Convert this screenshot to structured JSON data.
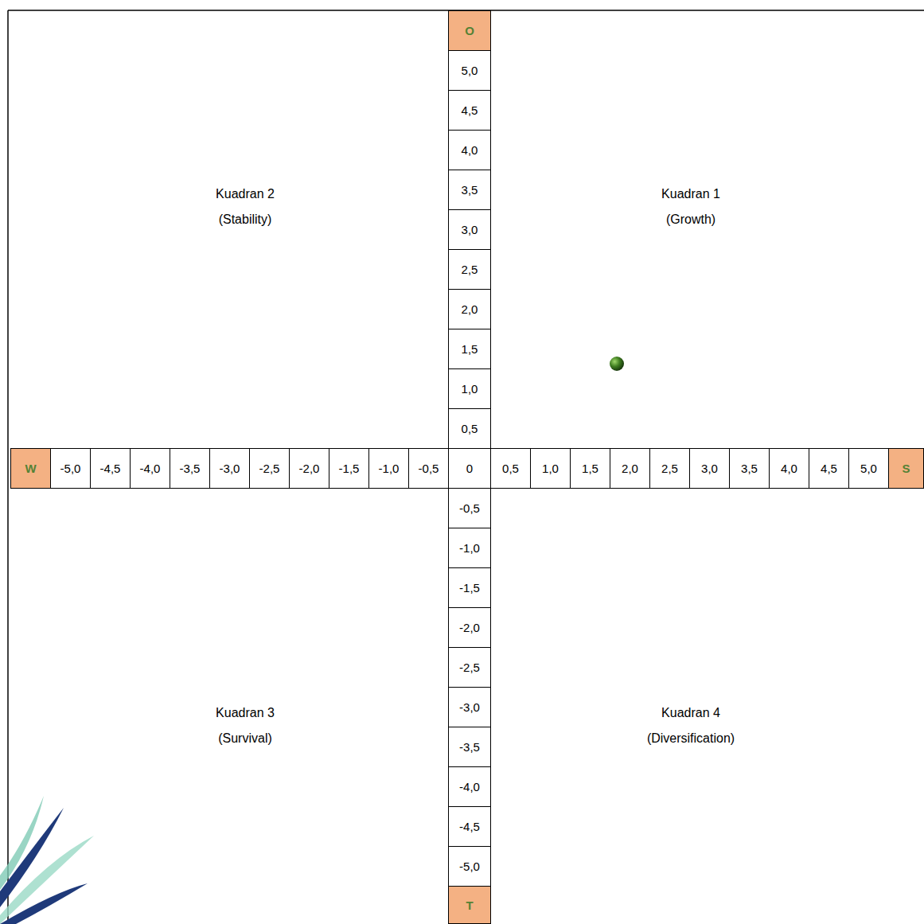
{
  "diagram": {
    "labels": [
      "O",
      "5,0",
      "4,5",
      "4,0",
      "3,5",
      "3,0",
      "2,5",
      "2,0",
      "1,5",
      "1,0",
      "0,5",
      "W",
      "-5,0",
      "-4,5",
      "-4,0",
      "-3,5",
      "-3,0",
      "-2,5",
      "-2,0",
      "-1,5",
      "-1,0",
      "-0,5",
      "0",
      "0,5",
      "1,0",
      "1,5",
      "2,0",
      "2,5",
      "3,0",
      "3,5",
      "4,0",
      "4,5",
      "5,0",
      "S",
      "-0,5",
      "-1,0",
      "-1,5",
      "-2,0",
      "-2,5",
      "-3,0",
      "-3,5",
      "-4,0",
      "-4,5",
      "-5,0",
      "T",
      "Kuadran 2",
      "(Stability)",
      "Kuadran 1",
      "(Growth)",
      "Kuadran 3",
      "(Survival)",
      "Kuadran 4",
      "(Diversification)"
    ]
  }
}
